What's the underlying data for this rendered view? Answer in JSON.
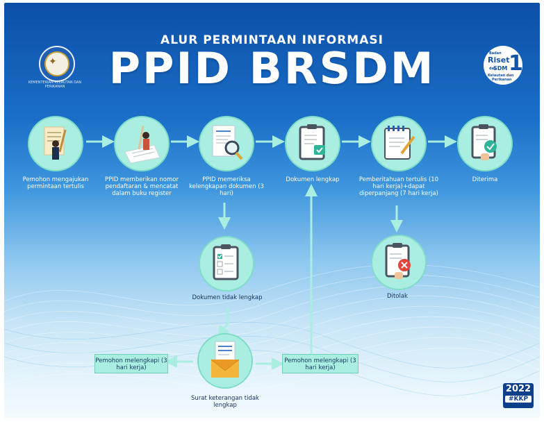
{
  "header": {
    "subtitle": "ALUR PERMINTAAN INFORMASI",
    "title": "PPID BRSDM",
    "left_logo_caption": "KEMENTERIAN KELAUTAN DAN PERIKANAN",
    "right_logo": {
      "top": "Badan",
      "riset": "Riset",
      "dan": "dan",
      "sdm": "SDM",
      "bottom1": "Kelautan dan",
      "bottom2": "Perikanan",
      "numeral": "1"
    }
  },
  "steps": {
    "s1": "Pemohon mengajukan permintaan tertulis",
    "s2": "PPID memberikan nomor pendaftaran & mencatat dalam buku register",
    "s3": "PPID memeriksa kelengkapan dokumen (3 hari)",
    "s4": "Dokumen lengkap",
    "s5": "Pemberitahuan tertulis (10 hari kerja)+dapat diperpanjang (7 hari kerja)",
    "s6": "Diterima",
    "s7": "Dokumen tidak lengkap",
    "s8": "Ditolak",
    "s9": "Surat keterangan tidak lengkap"
  },
  "boxes": {
    "left": "Pemohon melengkapi (3 hari kerja)",
    "right": "Pemohon melengkapi (3 hari kerja)"
  },
  "badge": {
    "year": "2022",
    "tag": "#KKP"
  },
  "colors": {
    "node_fill": "#a9eee0",
    "node_border": "#7fdcc8",
    "arrow": "#a9eee0",
    "bg_top": "#0d4fa8",
    "bg_bottom": "#f3fafe"
  }
}
